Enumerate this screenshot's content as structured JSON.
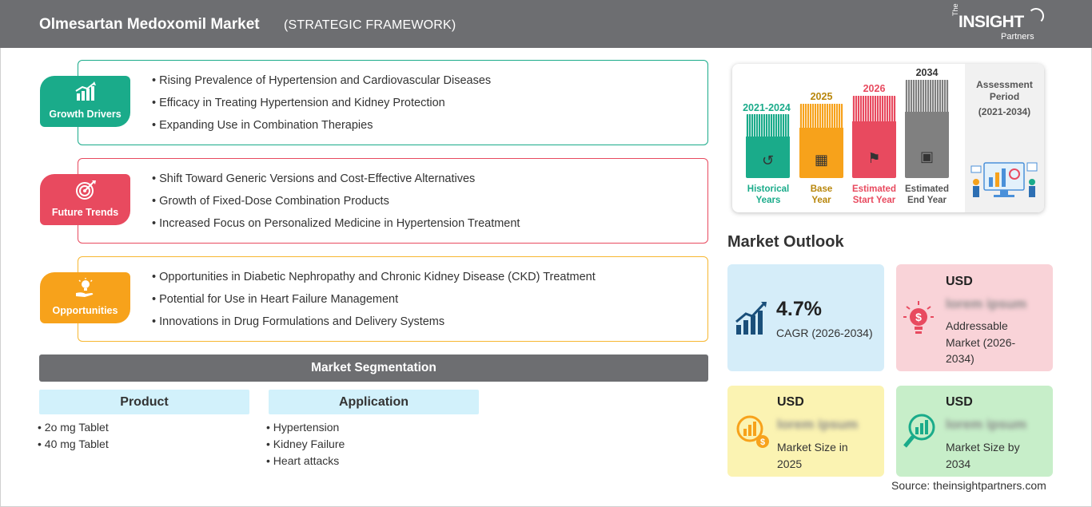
{
  "header": {
    "title": "Olmesartan Medoxomil Market",
    "subtitle": "(STRATEGIC FRAMEWORK)",
    "logo_the": "The",
    "logo_main": "INSIGHT",
    "logo_partners": "Partners"
  },
  "framework": [
    {
      "label": "Growth Drivers",
      "color": "#1aab8a",
      "icon": "bar-growth-icon",
      "items": [
        "Rising Prevalence of Hypertension and Cardiovascular Diseases",
        "Efficacy in Treating Hypertension and Kidney Protection",
        "Expanding Use in Combination Therapies"
      ]
    },
    {
      "label": "Future Trends",
      "color": "#e84a5f",
      "icon": "target-icon",
      "items": [
        "Shift Toward Generic Versions and Cost-Effective Alternatives",
        "Growth of Fixed-Dose Combination Products",
        "Increased Focus on Personalized Medicine in Hypertension Treatment"
      ]
    },
    {
      "label": "Opportunities",
      "color": "#f7a21b",
      "icon": "lightbulb-hand-icon",
      "items": [
        "Opportunities in Diabetic Nephropathy and Chronic Kidney Disease (CKD) Treatment",
        "Potential for Use in Heart Failure Management",
        "Innovations in Drug Formulations and Delivery Systems"
      ]
    }
  ],
  "segmentation": {
    "title": "Market Segmentation",
    "groups": [
      {
        "name": "Product",
        "items": [
          "2o mg Tablet",
          "40 mg Tablet"
        ]
      },
      {
        "name": "Application",
        "items": [
          "Hypertension",
          "Kidney Failure",
          "Heart attacks"
        ]
      }
    ]
  },
  "timeline": {
    "columns": [
      {
        "year": "2021-2024",
        "label_1": "Historical",
        "label_2": "Years",
        "color": "#1aab8a",
        "icon": "history-icon"
      },
      {
        "year": "2025",
        "label_1": "Base",
        "label_2": "Year",
        "color": "#f7a21b",
        "icon": "calendar-icon"
      },
      {
        "year": "2026",
        "label_1": "Estimated",
        "label_2": "Start Year",
        "color": "#e84a5f",
        "icon": "start-flag-icon"
      },
      {
        "year": "2034",
        "label_1": "Estimated",
        "label_2": "End Year",
        "color": "#808080",
        "icon": "presentation-icon"
      }
    ],
    "assessment_title_1": "Assessment",
    "assessment_title_2": "Period",
    "assessment_period": "(2021-2034)"
  },
  "outlook": {
    "title": "Market Outlook",
    "cagr_value": "4.7%",
    "cagr_label": "CAGR (2026-2034)",
    "boxes": [
      {
        "currency": "USD",
        "value": "lorem ipsum",
        "desc_1": "Addressable",
        "desc_2": "Market (2026-",
        "desc_3": "2034)",
        "color": "#f9d3d8",
        "icon": "dollar-bulb-icon"
      },
      {
        "currency": "USD",
        "value": "lorem ipsum",
        "desc_1": "Market Size in",
        "desc_2": "2025",
        "color": "#fbf3b2",
        "icon": "money-chart-icon"
      },
      {
        "currency": "USD",
        "value": "lorem ipsum",
        "desc_1": "Market Size by",
        "desc_2": "2034",
        "color": "#c7eec9",
        "icon": "growth-magnifier-icon"
      }
    ],
    "cagr_color": "#d5edf9"
  },
  "source": "Source: theinsightpartners.com"
}
